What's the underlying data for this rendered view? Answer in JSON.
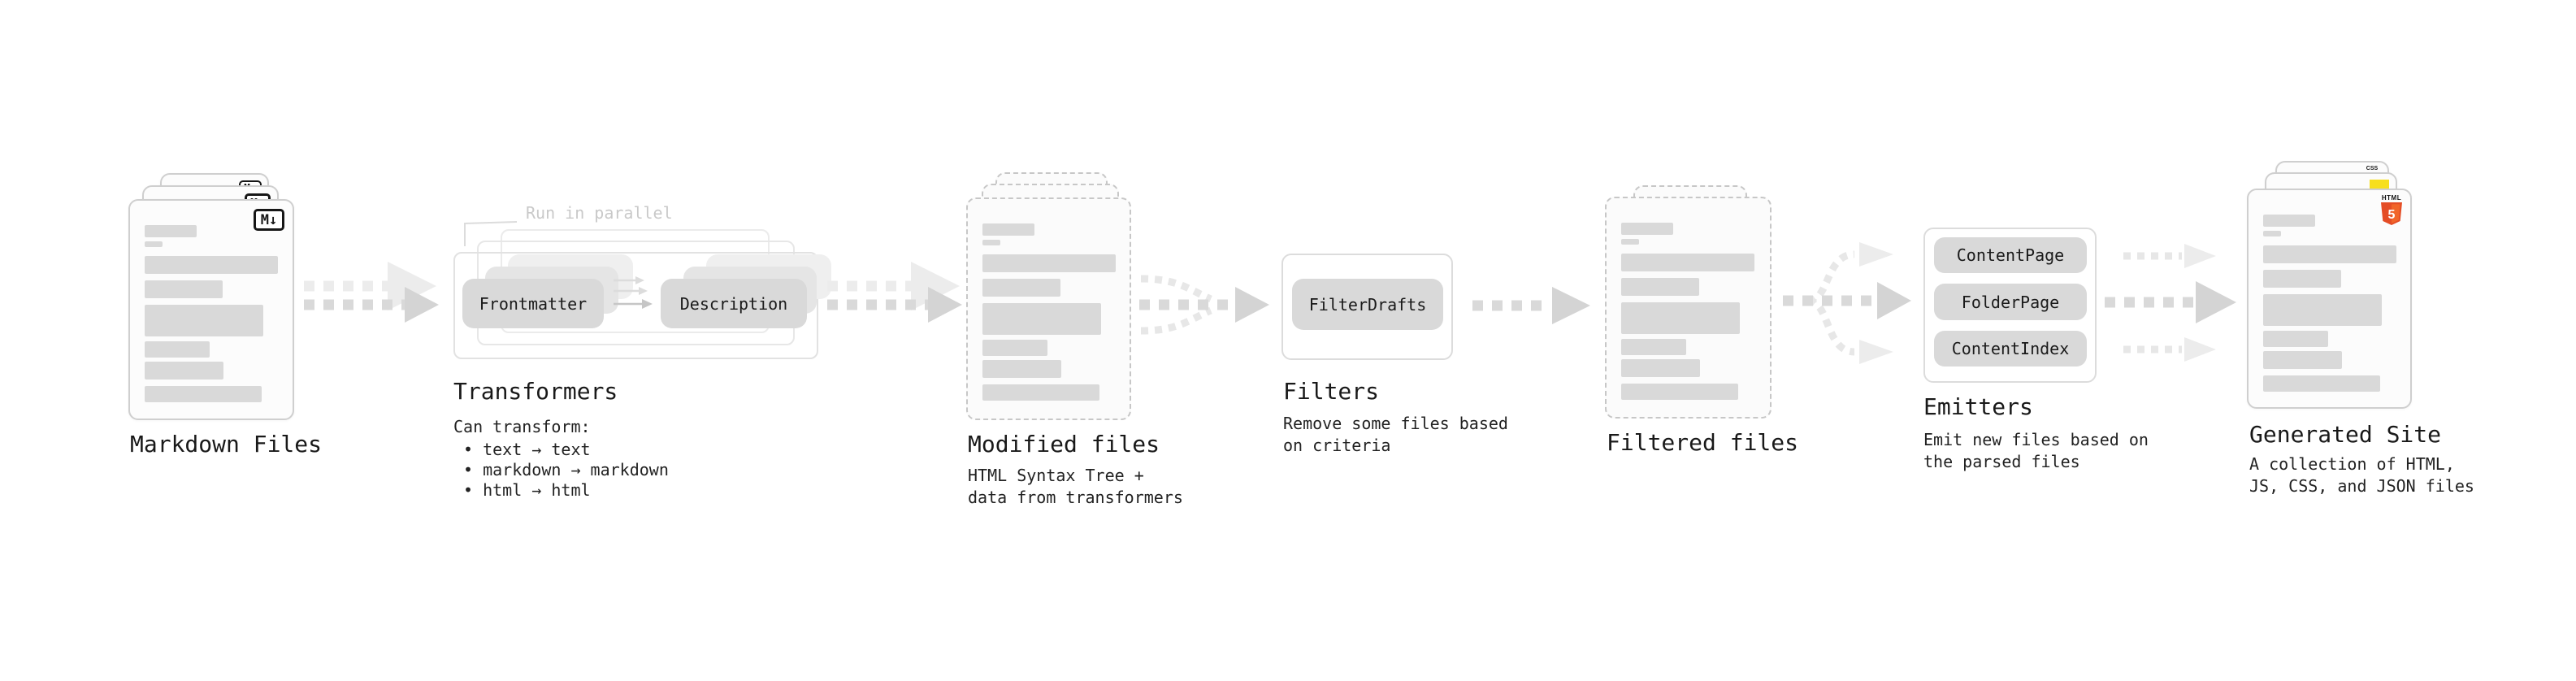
{
  "markdown": {
    "title": "Markdown Files",
    "badge": "M↓"
  },
  "transformers": {
    "title": "Transformers",
    "note": "Run in parallel",
    "pill_left": "Frontmatter",
    "pill_right": "Description",
    "heading": "Can transform:",
    "bullets": [
      "• text → text",
      "• markdown → markdown",
      "• html → html"
    ]
  },
  "modified": {
    "title": "Modified files",
    "desc": [
      "HTML Syntax Tree +",
      "data from transformers"
    ]
  },
  "filters": {
    "title": "Filters",
    "pill": "FilterDrafts",
    "desc": [
      "Remove some files based",
      "on criteria"
    ]
  },
  "filtered": {
    "title": "Filtered files"
  },
  "emitters": {
    "title": "Emitters",
    "pills": [
      "ContentPage",
      "FolderPage",
      "ContentIndex"
    ],
    "desc": [
      "Emit new files based on",
      "the parsed files"
    ]
  },
  "generated": {
    "title": "Generated Site",
    "desc": [
      "A collection of HTML,",
      "JS, CSS, and JSON files"
    ],
    "badge_html_label": "HTML",
    "badge_html_number": "5",
    "badge_css": "CSS"
  },
  "colors": {
    "pill_fill": "#d9d9d9",
    "bar_fill": "#d9d9d9",
    "arrow_dark": "#d4d4d4",
    "arrow_light": "#ececec",
    "html5_shield": "#e44d26",
    "html5_shield_light": "#f16529",
    "js_yellow": "#f7df1e",
    "css_blue": "#2965f1"
  }
}
